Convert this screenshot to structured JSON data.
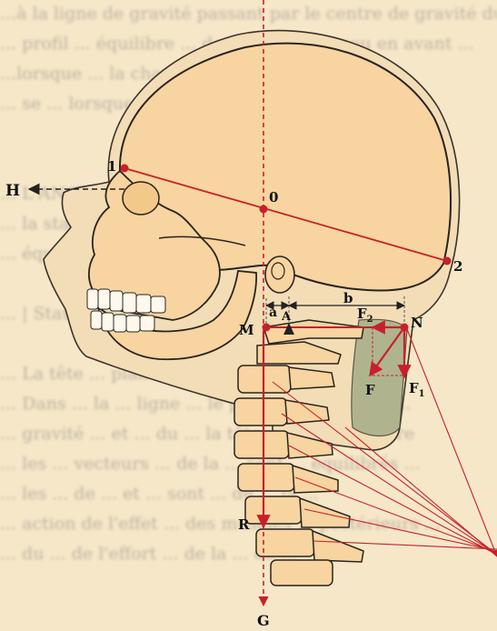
{
  "background_lines": [
    "...à la ligne de gravité passant par le centre de gravité du",
    "... profil ... équilibre ... de la tête et du cou en avant ...",
    "...lorsque ... la charge ... sont en ... équilibre ...",
    "... se ... lorsque la tête ... sa position ... de ...",
    "",
    "",
    "... L'ANATOMIE FONCTIONNELLE ...",
    "... la statique ... et le fonctionnement ... la tête ...",
    "... équilibre de la tête ... point d'appui ... le ...",
    "",
    "... | Statique ... ",
    "",
    "... La tête ... plan ... statique ... du cou ...",
    "... Dans ... la ... ligne ... le point ... La charge ...",
    "... gravité ... et ... du ... la tête ... l'un en arrière",
    "... les ... vecteurs ... de la ... sont ... équilibrés ...",
    "... les ... de ... et ... sont ... de ... la ...",
    "... action de l'effet ... des muscles ... postérieurs ...",
    "... du ... de l'effort ... de la ... de ..."
  ],
  "labels": {
    "H": "H",
    "p1": "1",
    "p0": "0",
    "p2": "2",
    "a": "a",
    "b": "b",
    "M": "M",
    "A": "A",
    "N": "N",
    "F2": "F",
    "F2_sub": "2",
    "F1": "F",
    "F1_sub": "1",
    "F": "F",
    "R": "R",
    "G": "G"
  },
  "colors": {
    "background": "#f6e7c8",
    "skull_fill": "#f7d4a0",
    "outline": "#2a2420",
    "vector_red": "#c8202a",
    "muscle_green": "#a9b08a"
  }
}
